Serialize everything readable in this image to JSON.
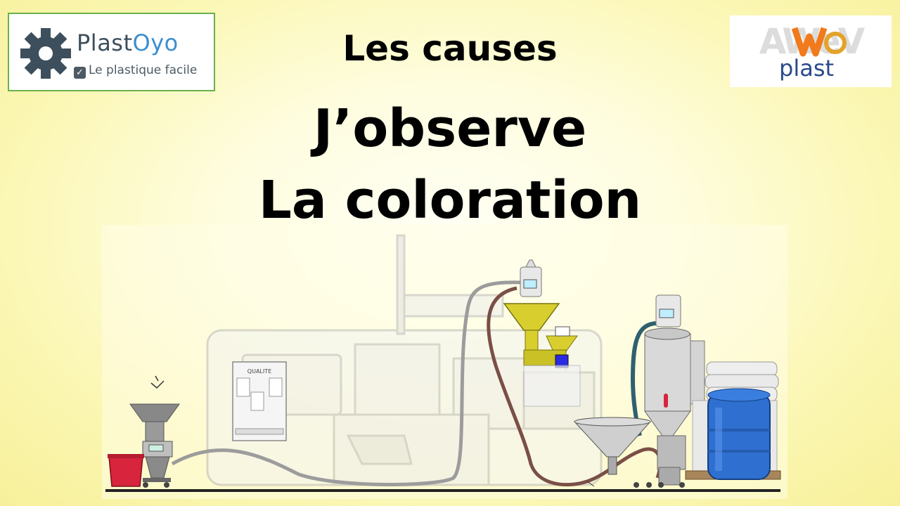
{
  "logo_left": {
    "brand_part1": "Plast",
    "brand_part2": "Oyo",
    "tagline": "Le plastique facile",
    "icon": "gear-icon"
  },
  "logo_right": {
    "brand_letters": "AWeV",
    "brand_word": "plast"
  },
  "heading": {
    "small": "Les causes",
    "line1": "J’observe",
    "line2": "La coloration"
  },
  "illustration": {
    "machine_label": "QUALITE"
  },
  "colors": {
    "background": "#fbf7b4",
    "pipe": "#7a4f47",
    "hopper_yellow": "#d8cf2f",
    "drum_blue": "#2f6fd0",
    "bin_red": "#d8243c",
    "logo_green_border": "#6ab04c",
    "logo_blue": "#3b8fd0"
  }
}
